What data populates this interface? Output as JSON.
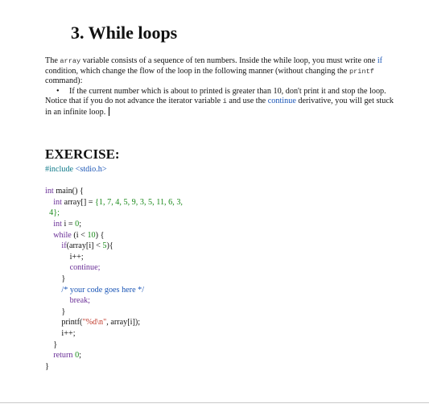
{
  "title": "3. While loops",
  "intro": {
    "p1_a": "The ",
    "code_array": "array",
    "p1_b": " variable consists of a sequence of ten numbers. Inside the while loop, you must write one ",
    "kw_if": "if",
    "p1_c": " condition, which change the flow of the loop in the following manner (without changing the ",
    "code_printf": "printf",
    "p1_d": " command):",
    "bullet_mark": "•",
    "bullet_text": "If the current number which is about to printed is greater than 10, don't print it and stop the loop.",
    "p2_a": "Notice that if you do not advance the iterator variable ",
    "code_i": "i",
    "p2_b": " and use the ",
    "kw_continue": "continue",
    "p2_c": " derivative, you will get stuck in an infinite loop."
  },
  "exercise_heading": "EXERCISE:",
  "code_lines": {
    "l1_a": "#include ",
    "l1_b": "<stdio.h>",
    "l3_a": "int",
    "l3_b": " main() {",
    "l4_a": "    int",
    "l4_b": " array[] = ",
    "l4_c": "{1, 7, 4, 5, 9, 3, 5, 11, 6, 3,",
    "l5": "  4};",
    "l6_a": "    int",
    "l6_b": " i = ",
    "l6_c": "0",
    "l6_d": ";",
    "l7_a": "    while",
    "l7_b": " (i < ",
    "l7_c": "10",
    "l7_d": ") {",
    "l8_a": "        if",
    "l8_b": "(array[i] < ",
    "l8_c": "5",
    "l8_d": "){",
    "l9": "            i++;",
    "l10": "            continue;",
    "l11": "        }",
    "l12": "        /* your code goes here */",
    "l13": "            break;",
    "l14": "        }",
    "l15_a": "        printf(",
    "l15_b": "\"%d\\n\"",
    "l15_c": ", array[i]);",
    "l16": "        i++;",
    "l17": "    }",
    "l18_a": "    return ",
    "l18_b": "0",
    "l18_c": ";",
    "l19": "}"
  }
}
